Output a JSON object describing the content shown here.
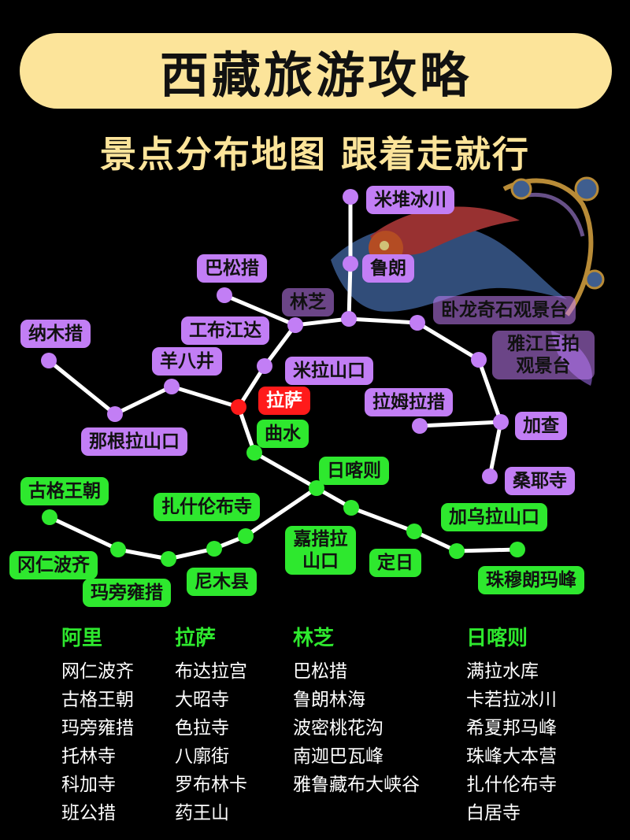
{
  "header": {
    "title": "西藏旅游攻略",
    "subtitle": "景点分布地图 跟着走就行"
  },
  "colors": {
    "title_bg": "#fce49a",
    "purple_stop": "#c27ef5",
    "green_stop": "#2ee82e",
    "hub_stop": "#ff1a1a",
    "route_line": "#ffffff"
  },
  "map": {
    "decoration": "phoenix-icon",
    "purple_labels": {
      "mi_dui": "米堆冰川",
      "lu_lang": "鲁朗",
      "ba_song": "巴松措",
      "lin_zhi": "林芝",
      "wo_long": "卧龙奇石观景台",
      "na_mu": "纳木措",
      "gong_bu": "工布江达",
      "ya_jiang": "雅江巨拍观景台",
      "yang_ba": "羊八井",
      "mi_la": "米拉山口",
      "la_mu": "拉姆拉措",
      "jia_cha": "加查",
      "na_gen": "那根拉山口",
      "sang_ye": "桑耶寺"
    },
    "hub_label": "拉萨",
    "green_labels": {
      "qu_shui": "曲水",
      "ri_ka_ze": "日喀则",
      "gu_ge": "古格王朝",
      "zha_shi": "扎什伦布寺",
      "jia_cuo": "嘉措拉山口",
      "jia_wu": "加乌拉山口",
      "gang_ren": "冈仁波齐",
      "ding_ri": "定日",
      "ni_mu": "尼木县",
      "ma_pang": "玛旁雍措",
      "zhu_mu": "珠穆朗玛峰"
    }
  },
  "regions": [
    {
      "name": "阿里",
      "spots": [
        "网仁波齐",
        "古格王朝",
        "玛旁雍措",
        "托林寺",
        "科加寺",
        "班公措"
      ]
    },
    {
      "name": "拉萨",
      "spots": [
        "布达拉宫",
        "大昭寺",
        "色拉寺",
        "八廓街",
        "罗布林卡",
        "药王山"
      ]
    },
    {
      "name": "林芝",
      "spots": [
        "巴松措",
        "鲁朗林海",
        "波密桃花沟",
        "南迦巴瓦峰",
        "雅鲁藏布大峡谷"
      ]
    },
    {
      "name": "日喀则",
      "spots": [
        "满拉水库",
        "卡若拉冰川",
        "希夏邦马峰",
        "珠峰大本营",
        "扎什伦布寺",
        "白居寺"
      ]
    }
  ]
}
